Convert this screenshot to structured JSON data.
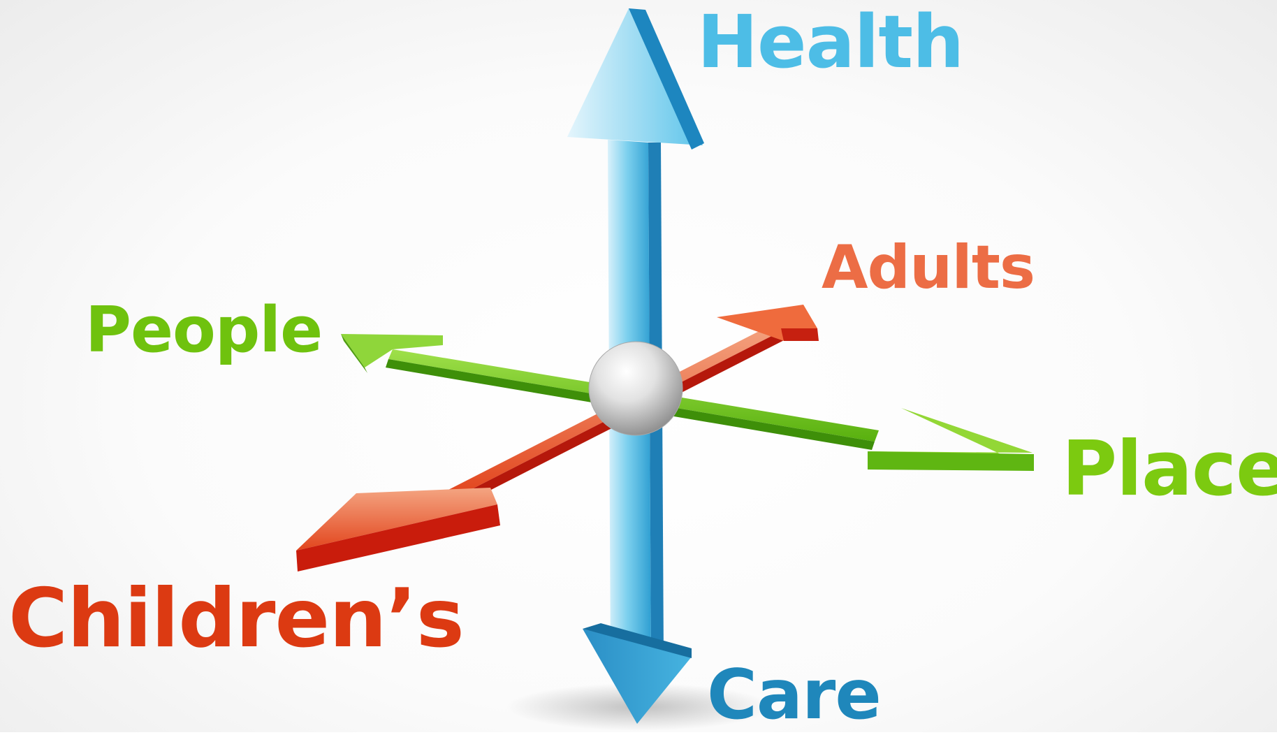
{
  "labels": {
    "health": "Health",
    "adults": "Adults",
    "people": "People",
    "place": "Place",
    "childrens": "Children’s",
    "care": "Care"
  },
  "colors": {
    "health": "#4dbde6",
    "care": "#1f87bb",
    "adults": "#ec6d45",
    "childrens": "#dc3a12",
    "people": "#6fc20e",
    "place": "#7cca10",
    "blue_axis": "#4aa9d6",
    "red_axis": "#e0522c",
    "green_axis": "#6cc31a",
    "sphere": "#d8d8d8"
  },
  "icons": {
    "vertical_axis": "double-headed-arrow",
    "diagonal_axis": "double-headed-arrow",
    "horizontal_axis": "double-headed-arrow",
    "center": "sphere"
  }
}
